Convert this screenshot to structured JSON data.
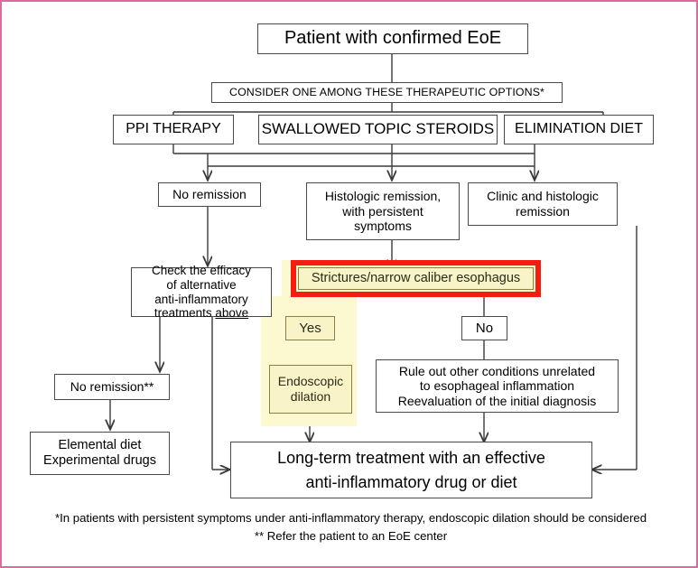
{
  "diagram": {
    "title_node": "Patient with confirmed EoE",
    "nodes": {
      "consider": "CONSIDER  ONE AMONG THESE THERAPEUTIC OPTIONS*",
      "ppi": "PPI THERAPY",
      "steroids": "SWALLOWED TOPIC STEROIDS",
      "diet": "ELIMINATION DIET",
      "no_remission": "No remission",
      "histologic": "Histologic remission,\nwith persistent\nsymptoms",
      "clinic": "Clinic and histologic\nremission",
      "check_efficacy_line1": "Check the efficacy",
      "check_efficacy_line2": "of alternative",
      "check_efficacy_line3": "anti-inflammatory",
      "check_efficacy_line4_a": "treatments ",
      "check_efficacy_line4_b": "above",
      "strictures": "Strictures/narrow caliber esophagus",
      "yes": "Yes",
      "no": "No",
      "endoscopic": "Endoscopic\ndilation",
      "rule_out": "Rule out other conditions unrelated\nto esophageal inflammation\nReevaluation of the initial diagnosis",
      "no_remission_2": "No remission**",
      "elemental": "Elemental diet\nExperimental drugs",
      "long_term": "Long-term treatment with an effective\nanti-inflammatory drug or diet"
    },
    "footnotes": {
      "line1": "*In patients with persistent symptoms under anti-inflammatory therapy, endoscopic dilation should be considered",
      "line2": "** Refer the patient to an EoE center"
    },
    "colors": {
      "highlight": "#fcf8d0",
      "node_yellow": "#f8f4c8",
      "alert_red": "#f51c11",
      "frame_pink": "#e0689a",
      "stroke": "#4a4a4a"
    }
  }
}
